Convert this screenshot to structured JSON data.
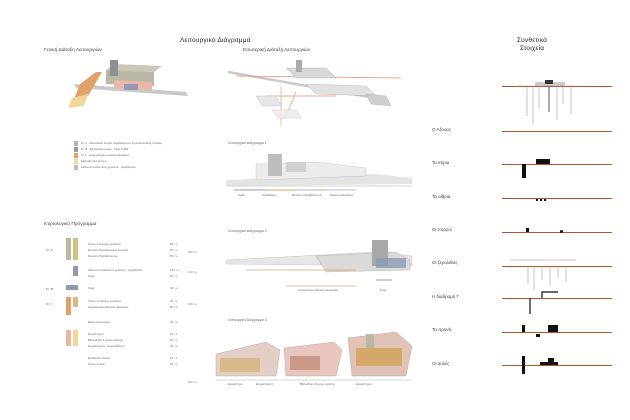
{
  "titles": {
    "main": "Λειτουργικό Διάγραμμα",
    "general": "Γενική Διάταξη Λειτουργιών",
    "internal": "Εσωτερική Διάταξη Λειτουργιών",
    "components": "Συνθετικά Στοιχεία",
    "program": "Κτιριολογικό Πρόγραμμα",
    "diagram1": "Λειτουργικό Διάγραμμα 1",
    "diagram2": "Λειτουργικό Διάγραμμα 2",
    "diagram3": "Λειτουργικό Διάγραμμα 3"
  },
  "legend": [
    {
      "color": "#b9b7a6",
      "text": "Κτ. Α - Μουσειακό κτίσμα περιβάλλοντος & μεταλλευτικής ιστορίας"
    },
    {
      "color": "#9b95b5",
      "text": "Κτ. Β - Εκθεσιακοί χώροι - Καφέ & Bar"
    },
    {
      "color": "#e0a268",
      "text": "Κτ. Γ - Αρχαιολογικό μουσείο Δεκελείας"
    },
    {
      "color": "#efd79a",
      "text": "Εκπαιδευτικό κέντρο"
    },
    {
      "color": "#c3b5d3",
      "text": "Αίθουσα πολλαπλών χρήσεων - Αμφιθέατρο"
    }
  ],
  "program": {
    "levels": [
      "Κτ. Α",
      "Κτ. Β",
      "Κτ. Γ"
    ],
    "rows": [
      {
        "label": "Χώροι υποδοχής μουσείου",
        "val": "80 τ.μ."
      },
      {
        "label": "Μουσείο Μεταλλευτικής Ιστορίας",
        "val": "90 τ.μ."
      },
      {
        "label": "Μουσείο Περιβάλλοντος",
        "val": "85 τ.μ."
      },
      {
        "label": "Αίθουσα πολλαπλών χρήσεων - Αμφιθέατρο",
        "val": "120 τ.μ."
      },
      {
        "label": "Καφέ",
        "val": "90 τ.μ."
      },
      {
        "label": "Καφέ",
        "val": "40 τ.μ."
      },
      {
        "label": "Χώροι υποδοχής μουσείου",
        "val": "30 τ.μ."
      },
      {
        "label": "Αρχαιολογικό Μουσείο Δεκελείας",
        "val": "80 τ.μ."
      },
      {
        "label": "Μικρό εργαστήριο",
        "val": "40 τ.μ."
      },
      {
        "label": "Εργαστήριο Ι",
        "val": "60 τ.μ."
      },
      {
        "label": "Βιβλιοθήκη & χώροι μελέτης",
        "val": "90 τ.μ."
      },
      {
        "label": "Εργαστήριο ΙΙ - Αρχειοθέτηση",
        "val": "40 τ.μ."
      },
      {
        "label": "Βοηθητικοί Χώροι",
        "val": "25 τ.μ."
      },
      {
        "label": "Χώροι Κοινού",
        "val": "20 τ.μ."
      }
    ],
    "subtotals": [
      "255 τ.μ.",
      "120 τ.μ.",
      "165 τ.μ."
    ],
    "total": "900 τ.μ."
  },
  "diagram_labels": {
    "d1": [
      "Καφέ",
      "Αμφιθέατρο",
      "Μουσείο Περιβάλλοντος",
      "Μουσείο Δεκελείας"
    ],
    "d2": [
      "Αρχαιολογικό Μουσείο Δεκελείας",
      "Καφέ"
    ],
    "d3": [
      "Εργαστήριο",
      "Εργαστήριο ΙΙ",
      "Βιβλιοθήκη & χώροι μελέτης",
      "Εργαστήριο Ι"
    ]
  },
  "elements": [
    {
      "label": "Ο Άξονας"
    },
    {
      "label": "Τα κτίρια"
    },
    {
      "label": "Τα αίθρια"
    },
    {
      "label": "Οι πύργοι"
    },
    {
      "label": "Οι ξερολιθιές"
    },
    {
      "label": "Η διαδρομή Γ"
    },
    {
      "label": "Τα πρανή"
    },
    {
      "label": "Οι αυλές"
    }
  ],
  "colors": {
    "axis": "#b5542a",
    "museum_a": "#b9b7a6",
    "building_b": "#9b95b5",
    "museum_g": "#e0a268",
    "education": "#efd79a",
    "hall": "#c3b5d3"
  }
}
